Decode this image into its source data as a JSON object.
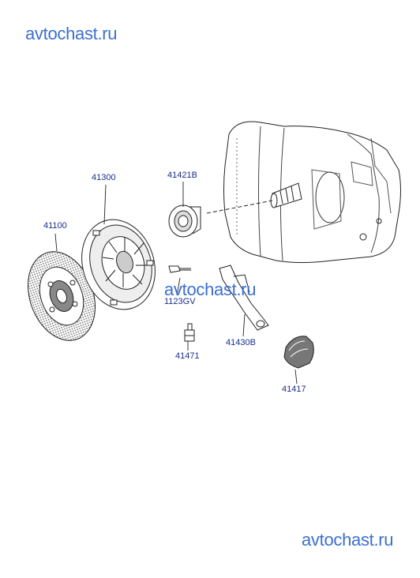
{
  "watermarks": {
    "top_left": "avtochast.ru",
    "center": "avtochast.ru",
    "bottom_right": "avtochast.ru"
  },
  "parts": {
    "clutch_disc": "41100",
    "clutch_cover": "41300",
    "release_bearing": "41421B",
    "bolt": "1123GV",
    "release_fork": "41430B",
    "nipple": "41471",
    "boot": "41417"
  },
  "colors": {
    "label": "#1a2d8c",
    "watermark": "#3d6fd0",
    "line": "#222222"
  }
}
